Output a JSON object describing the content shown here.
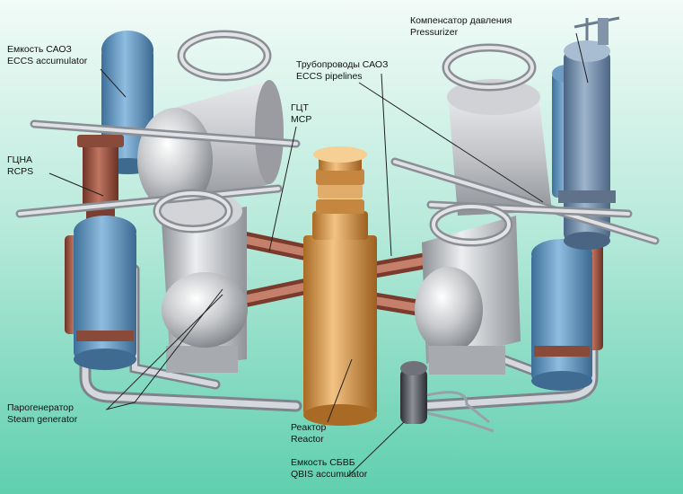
{
  "labels": {
    "eccs_accumulator": {
      "ru": "Емкость САОЗ",
      "en": "ECCS accumulator"
    },
    "rcps": {
      "ru": "ГЦНА",
      "en": "RCPS"
    },
    "mcp": {
      "ru": "ГЦТ",
      "en": "MCP"
    },
    "steam_generator": {
      "ru": "Парогенератор",
      "en": "Steam generator"
    },
    "reactor": {
      "ru": "Реактор",
      "en": "Reactor"
    },
    "qbis_accumulator": {
      "ru": "Емкость СБВБ",
      "en": "QBIS accumulator"
    },
    "eccs_pipelines": {
      "ru": "Трубопроводы САОЗ",
      "en": "ECCS pipelines"
    },
    "pressurizer": {
      "ru": "Компенсатор давления",
      "en": "Pressurizer"
    }
  },
  "colors": {
    "background_top": "#f2fbf8",
    "background_bottom": "#5fcfae",
    "accumulator_blue": "#5f93bf",
    "pump_red": "#a85a48",
    "reactor_orange": "#d99a4a",
    "steam_generator_gray": "#c7c9cc",
    "pipe_gray": "#b8bcc4",
    "leader_line": "#222222"
  }
}
